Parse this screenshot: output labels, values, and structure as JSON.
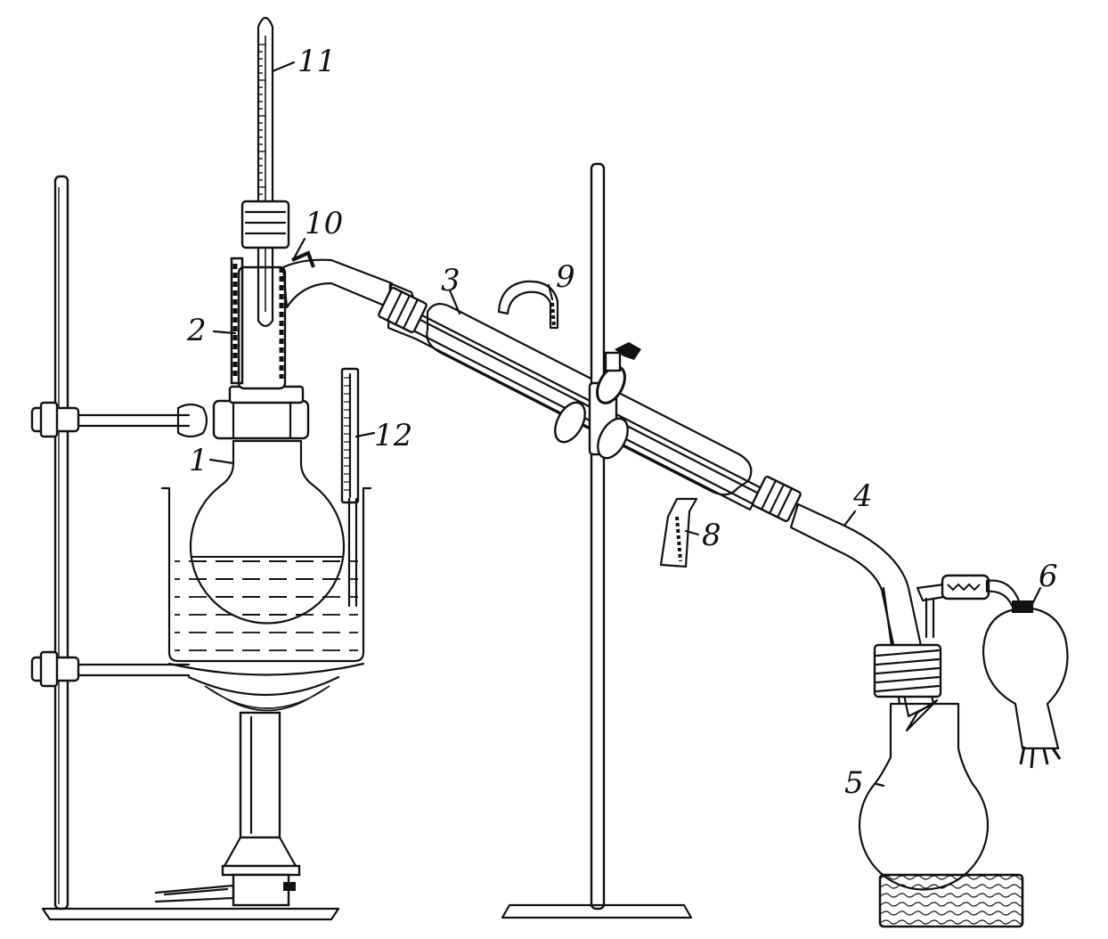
{
  "diagram": {
    "labels": {
      "l1": "1",
      "l2": "2",
      "l3": "3",
      "l4": "4",
      "l5": "5",
      "l6": "6",
      "l8": "8",
      "l9": "9",
      "l10": "10",
      "l11": "11",
      "l12": "12"
    }
  },
  "colors": {
    "ink": "#111111",
    "paper": "#ffffff"
  }
}
